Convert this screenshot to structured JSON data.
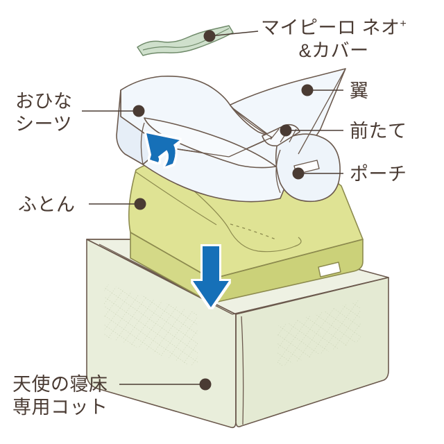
{
  "diagram": {
    "title_alt": "ベビーコット 組み立て分解図",
    "background_color": "#ffffff",
    "text_color": "#4a3b33",
    "leader_line_color": "#4a3b33",
    "arrow_color": "#1470b8",
    "arrow_outline_color": "#ffffff",
    "outline_color": "#5b4a40"
  },
  "palette": {
    "pillow_fill": "#cfe0cc",
    "pillow_shade": "#bdd3ba",
    "sheet_fill": "#f2f7fc",
    "sheet_shade": "#e6eef7",
    "sheet_shade_2": "#dde8f3",
    "futon_top": "#dfe394",
    "futon_side": "#d4d987",
    "futon_front": "#cbd179",
    "cot_top": "#eef1e3",
    "cot_side": "#e9eedb",
    "cot_front": "#e4ead3",
    "mesh_color": "#c3cdae"
  },
  "labels": [
    {
      "id": "mypillo-neo-cover",
      "line1": "マイピーロ ネオ",
      "sup": "+",
      "line2": "&カバー",
      "align": "left"
    },
    {
      "id": "ohina-sheets",
      "line1": "おひな",
      "line2": "シーツ",
      "align": "left"
    },
    {
      "id": "tsubasa",
      "line1": "翼",
      "align": "left"
    },
    {
      "id": "maetate",
      "line1": "前たて",
      "align": "left"
    },
    {
      "id": "pouch",
      "line1": "ポーチ",
      "align": "left"
    },
    {
      "id": "futon",
      "line1": "ふとん",
      "align": "left"
    },
    {
      "id": "tenshi-no-shindoko",
      "line1": "天使の寝床",
      "line2": "専用コット",
      "align": "left"
    }
  ],
  "label_text": {
    "mypillo_l1": "マイピーロ ネオ",
    "mypillo_sup": "+",
    "mypillo_l2": "&カバー",
    "ohina_l1": "おひな",
    "ohina_l2": "シーツ",
    "tsubasa": "翼",
    "maetate": "前たて",
    "pouch": "ポーチ",
    "futon": "ふとん",
    "cot_l1": "天使の寝床",
    "cot_l2": "専用コット"
  },
  "parts": [
    {
      "id": "pillow",
      "name": "マイピーロ ネオ＋＆カバー",
      "color": "#cfe0cc"
    },
    {
      "id": "sheet",
      "name": "おひなシーツ",
      "color": "#f2f7fc"
    },
    {
      "id": "wing",
      "name": "翼",
      "color": "#f2f7fc"
    },
    {
      "id": "placket",
      "name": "前たて",
      "color": "#f2f7fc"
    },
    {
      "id": "pouch",
      "name": "ポーチ",
      "color": "#e6eef7"
    },
    {
      "id": "futon",
      "name": "ふとん",
      "color": "#dfe394"
    },
    {
      "id": "cot",
      "name": "天使の寝床 専用コット",
      "color": "#eaeedb"
    }
  ],
  "arrows": [
    {
      "id": "tuck-arrow",
      "shape": "curved-hook",
      "direction": "up-left",
      "color": "#1470b8"
    },
    {
      "id": "place-arrow",
      "shape": "straight",
      "direction": "down",
      "color": "#1470b8"
    }
  ]
}
